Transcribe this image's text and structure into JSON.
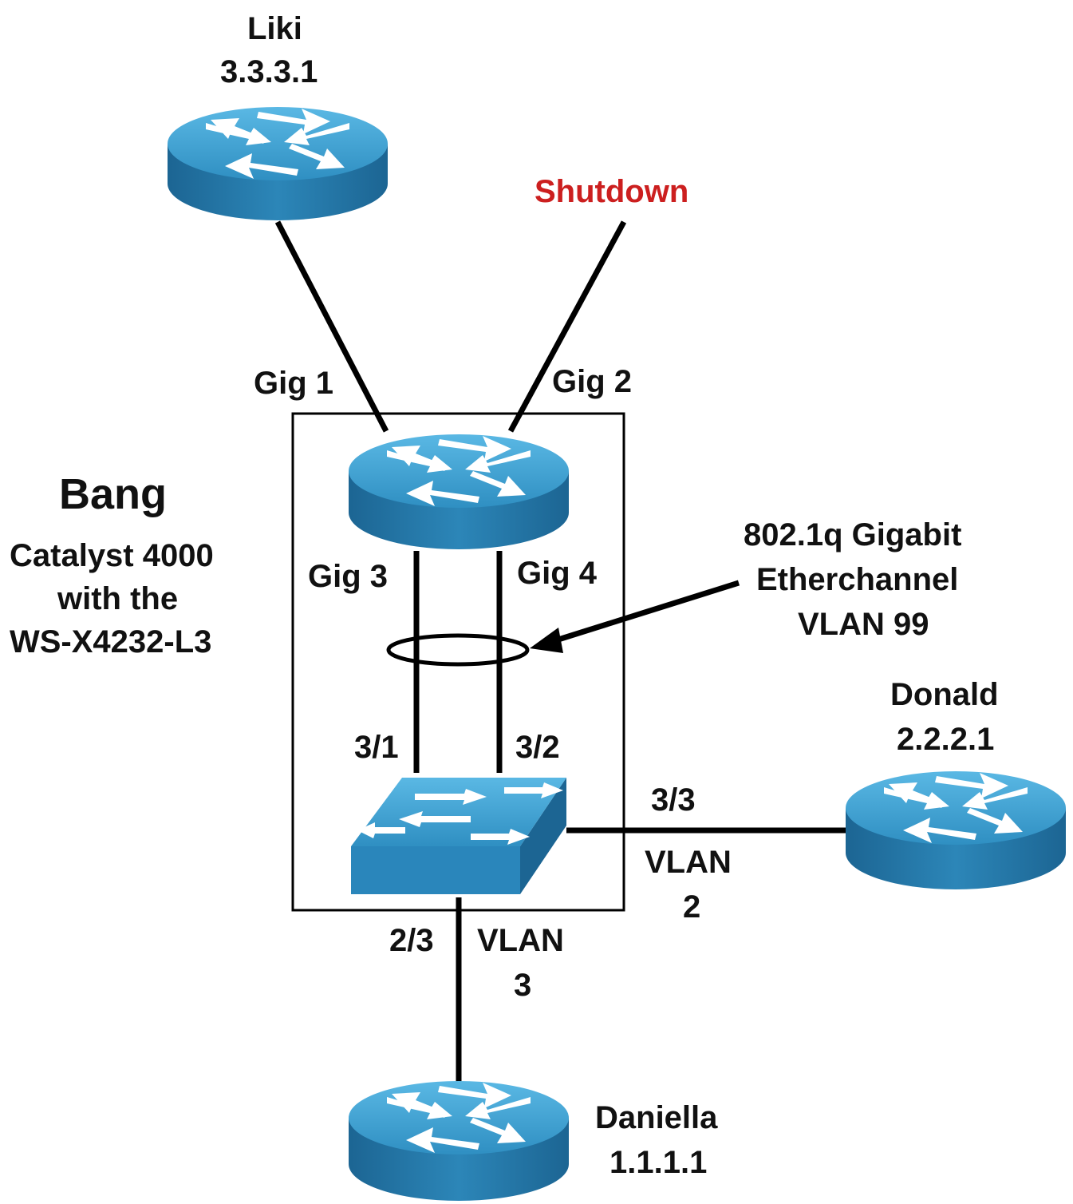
{
  "nodes": {
    "liki": {
      "name": "Liki",
      "ip": "3.3.3.1"
    },
    "shutdown": {
      "label": "Shutdown"
    },
    "bang": {
      "name": "Bang",
      "description_line1": "Catalyst 4000",
      "description_line2": "with the",
      "description_line3": "WS-X4232-L3"
    },
    "donald": {
      "name": "Donald",
      "ip": "2.2.2.1"
    },
    "daniella": {
      "name": "Daniella",
      "ip": "1.1.1.1"
    }
  },
  "interfaces": {
    "gig1": "Gig 1",
    "gig2": "Gig 2",
    "gig3": "Gig 3",
    "gig4": "Gig 4",
    "p31": "3/1",
    "p32": "3/2",
    "p33": "3/3",
    "p23": "2/3"
  },
  "vlans": {
    "vlan2_line1": "VLAN",
    "vlan2_line2": "2",
    "vlan3_line1": "VLAN",
    "vlan3_line2": "3"
  },
  "etherchannel": {
    "line1": "802.1q Gigabit",
    "line2": "Etherchannel",
    "line3": "VLAN 99"
  },
  "colors": {
    "device_top": "#3f9fd0",
    "device_side": "#1f6f9f",
    "link": "#000000",
    "shutdown": "#cc1f1f"
  }
}
